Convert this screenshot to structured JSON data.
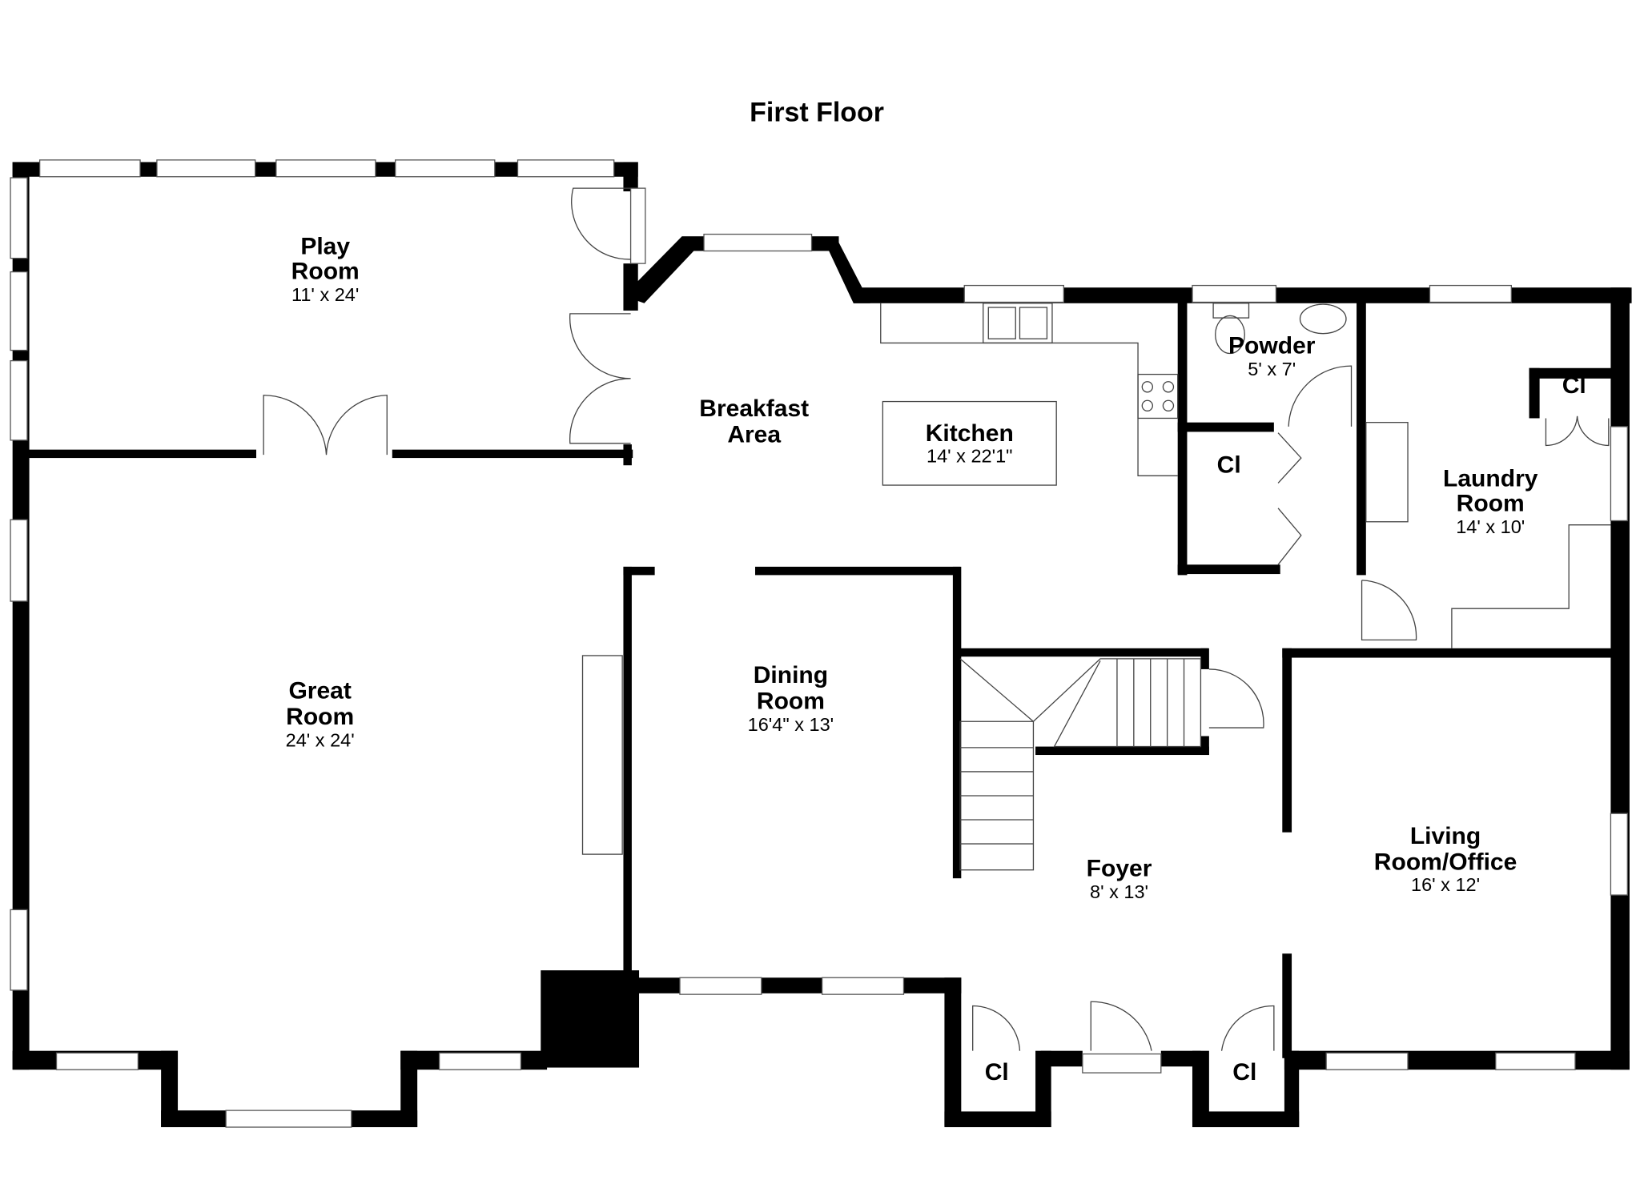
{
  "title": "First Floor",
  "rooms": {
    "play_room": {
      "name1": "Play",
      "name2": "Room",
      "size": "11' x 24'"
    },
    "breakfast": {
      "name1": "Breakfast",
      "name2": "Area"
    },
    "kitchen": {
      "name": "Kitchen",
      "size": "14' x 22'1\""
    },
    "powder": {
      "name": "Powder",
      "size": "5' x 7'"
    },
    "closet_hall": {
      "name": "Cl"
    },
    "laundry": {
      "name1": "Laundry",
      "name2": "Room",
      "size": "14' x 10'"
    },
    "closet_laundry": {
      "name": "Cl"
    },
    "great_room": {
      "name1": "Great",
      "name2": "Room",
      "size": "24' x 24'"
    },
    "dining": {
      "name1": "Dining",
      "name2": "Room",
      "size": "16'4\" x 13'"
    },
    "foyer": {
      "name": "Foyer",
      "size": "8' x 13'"
    },
    "living": {
      "name1": "Living",
      "name2": "Room/Office",
      "size": "16' x 12'"
    },
    "closet_foyer_left": {
      "name": "Cl"
    },
    "closet_foyer_right": {
      "name": "Cl"
    }
  }
}
